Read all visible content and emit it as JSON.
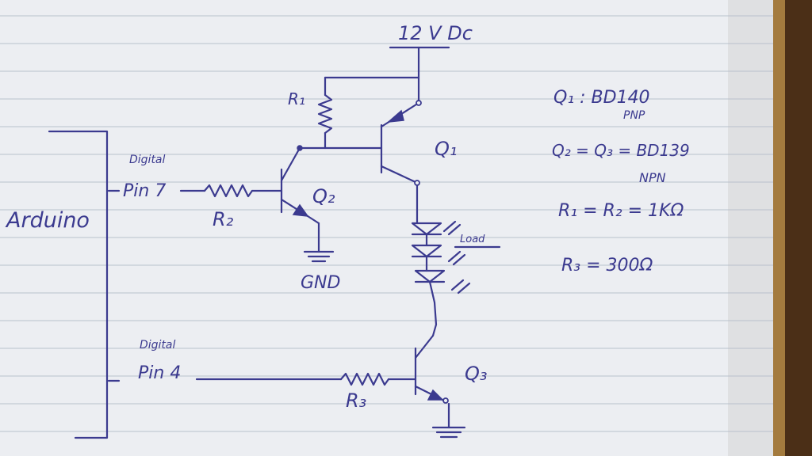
{
  "supply": {
    "label": "12 V Dc"
  },
  "arduino": {
    "label": "Arduino",
    "pins": [
      {
        "line1": "Digital",
        "line2": "Pin 7"
      },
      {
        "line1": "Digital",
        "line2": "Pin 4"
      }
    ]
  },
  "components": {
    "r1": "R₁",
    "r2": "R₂",
    "r3": "R₃",
    "q1": "Q₁",
    "q2": "Q₂",
    "q3": "Q₃",
    "gnd": "GND",
    "load": "Load"
  },
  "notes": [
    {
      "text": "Q₁ : BD140",
      "sub": "PNP"
    },
    {
      "text": "Q₂ = Q₃ = BD139",
      "sub": "NPN"
    },
    {
      "text": "R₁ = R₂ = 1KΩ",
      "sub": ""
    },
    {
      "text": "R₃ = 300Ω",
      "sub": ""
    }
  ],
  "colors": {
    "ink": "#3b3a8f",
    "paper": "#eceef2",
    "desk": "#a47b3e",
    "rules": "#b9c1cc"
  }
}
